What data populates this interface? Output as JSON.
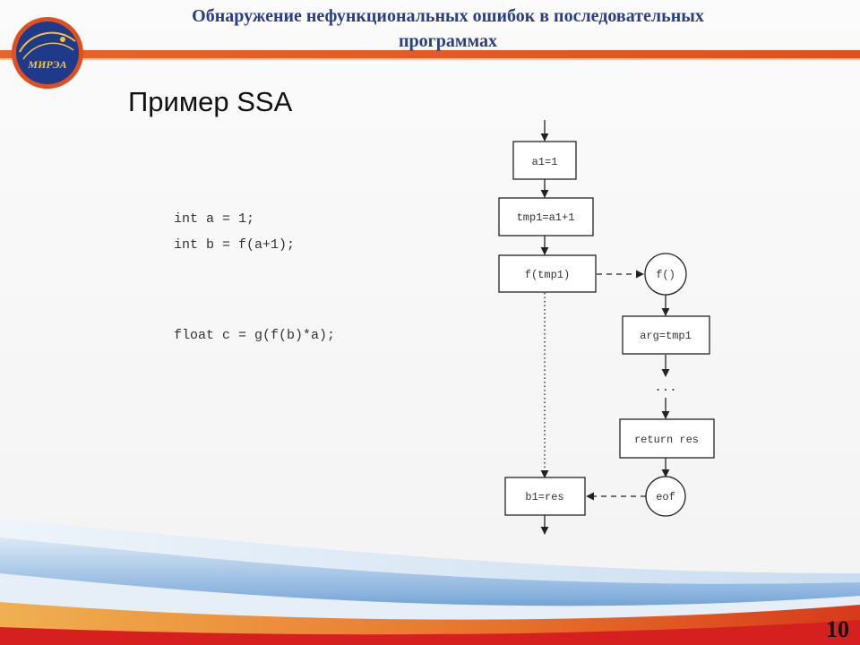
{
  "header": {
    "title_line1": "Обнаружение нефункциональных ошибок в последовательных",
    "title_line2": "программах"
  },
  "logo": {
    "text": "МИРЭА"
  },
  "slide": {
    "heading": "Пример SSA",
    "page_number": "10"
  },
  "code": {
    "lines": [
      "int a = 1;",
      "int b = f(a+1);",
      "float c = g(f(b)*a);"
    ]
  },
  "diagram": {
    "nodes": {
      "a1": "a1=1",
      "tmp1": "tmp1=a1+1",
      "call_f": "f(tmp1)",
      "f_entry": "f()",
      "arg": "arg=tmp1",
      "ellipsis": "...",
      "return_res": "return res",
      "eof": "eof",
      "b1": "b1=res"
    }
  },
  "colors": {
    "title": "#2a3e86",
    "stripe_orange": "#e0501e",
    "stripe_blue": "#2f6fb5",
    "stripe_red": "#d62020"
  }
}
